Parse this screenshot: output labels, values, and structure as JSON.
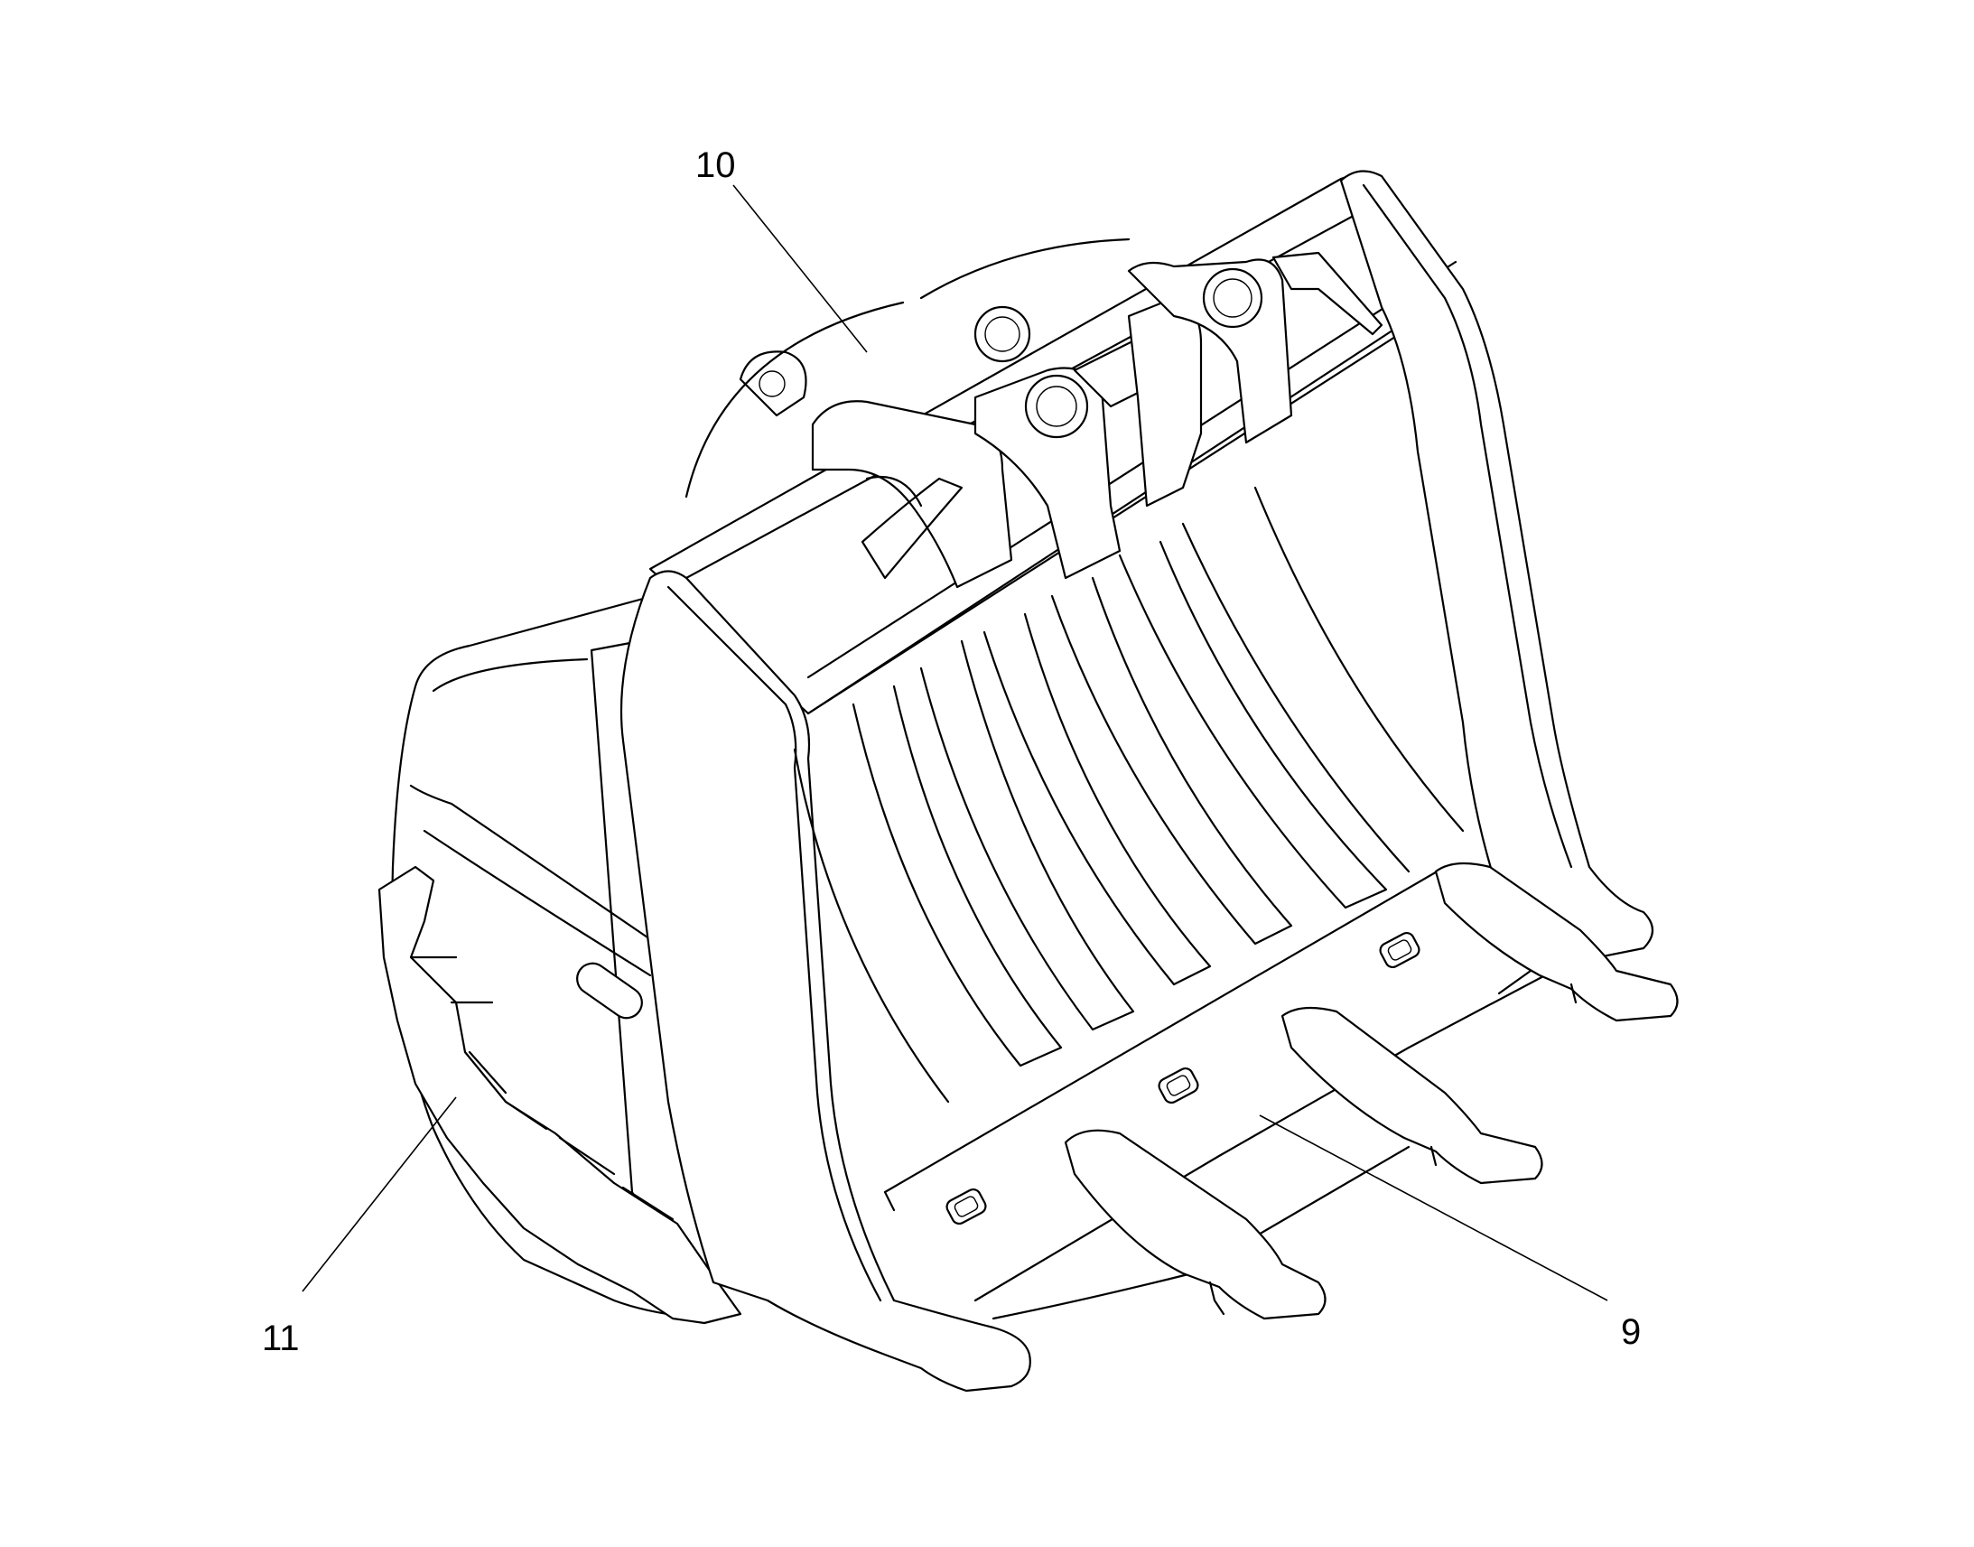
{
  "callouts": {
    "c10": "10",
    "c11": "11",
    "c9": "9"
  },
  "colors": {
    "line": "#000000",
    "background": "#ffffff"
  }
}
